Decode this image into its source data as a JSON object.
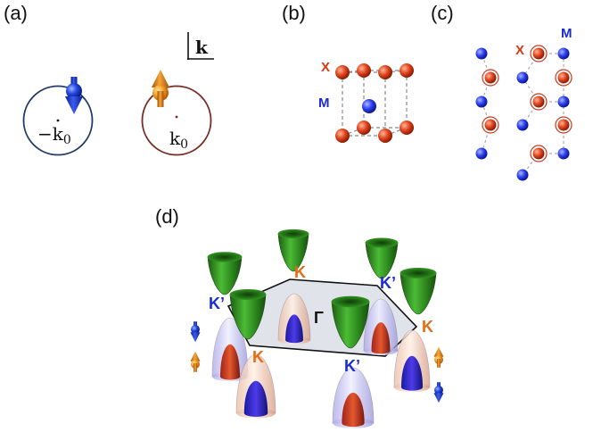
{
  "panels": {
    "a": "(a)",
    "b": "(b)",
    "c": "(c)",
    "d": "(d)"
  },
  "panel_a": {
    "k_label": "k",
    "left_label": "−k",
    "left_sub": "0",
    "right_label": "k",
    "right_sub": "0",
    "spin_left": "down",
    "spin_right": "up"
  },
  "panel_b": {
    "x_label": "X",
    "m_label": "M"
  },
  "panel_c": {
    "x_label": "X",
    "m_label": "M"
  },
  "panel_d": {
    "gamma": "Γ",
    "K": "K",
    "Kp": "K’"
  },
  "colors": {
    "blue": "#1a2bd6",
    "orange": "#e46b12",
    "red_atom": "#d23a16",
    "green": "#2f8f1f",
    "circle_left": "#1f3b66",
    "circle_right": "#7a2a22"
  }
}
